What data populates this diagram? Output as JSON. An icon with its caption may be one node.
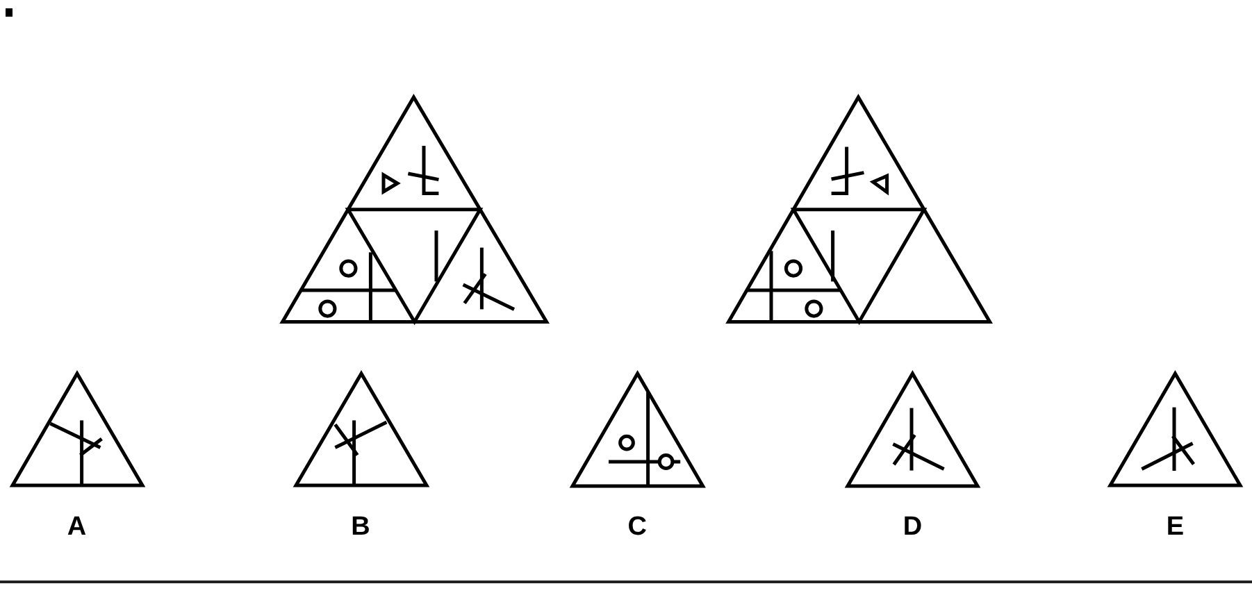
{
  "diagram": {
    "nodes": [
      {
        "text": [],
        "shape": "triangle",
        "beside": [
          "A"
        ]
      },
      {
        "text": [],
        "shape": "triangle",
        "beside": [
          "B"
        ]
      },
      {
        "text": [],
        "shape": "triangle",
        "beside": [
          "C"
        ]
      },
      {
        "text": [],
        "shape": "triangle",
        "beside": [
          "D"
        ]
      },
      {
        "text": [],
        "shape": "triangle",
        "beside": [
          "E"
        ]
      }
    ]
  }
}
